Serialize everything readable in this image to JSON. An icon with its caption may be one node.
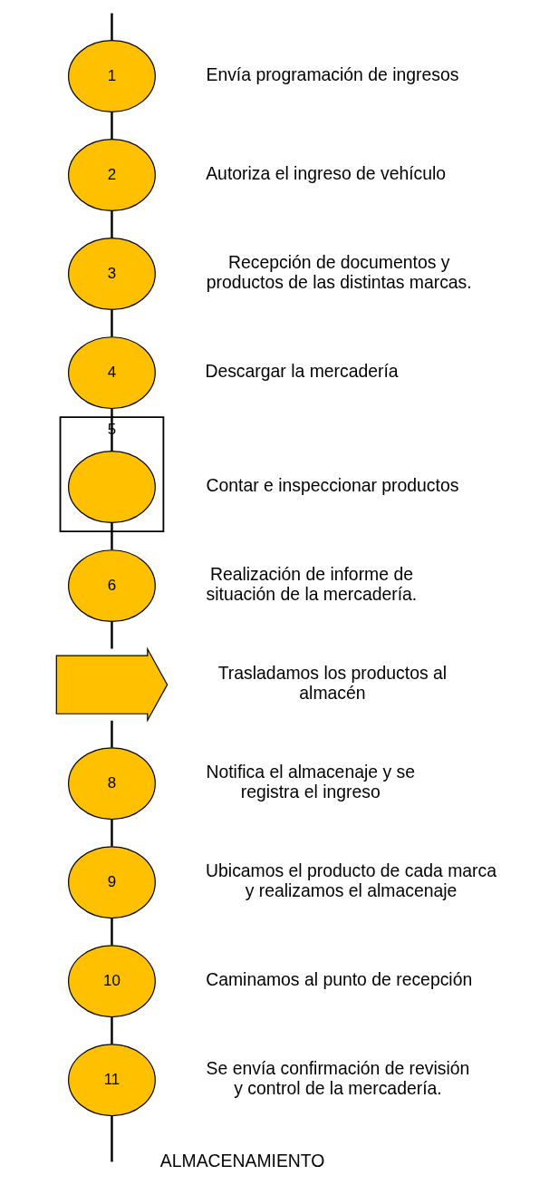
{
  "diagram": {
    "nodes": [
      {
        "text": [
          "1"
        ],
        "beside": [
          "Envía programación de ingresos"
        ]
      },
      {
        "text": [
          "2"
        ],
        "beside": [
          "Autoriza el ingreso de vehículo"
        ]
      },
      {
        "text": [
          "3"
        ],
        "beside": [
          "Recepción de documentos y productos de las distintas marcas."
        ]
      },
      {
        "text": [
          "4"
        ],
        "beside": [
          "Descargar la mercadería"
        ]
      },
      {
        "text": [
          "5"
        ],
        "beside": [
          "Contar e inspeccionar productos"
        ]
      },
      {
        "text": [],
        "shape": "circle",
        "in": 4
      },
      {
        "text": [
          "6"
        ],
        "beside": [
          "Realización de informe de situación de la mercadería."
        ]
      },
      {
        "text": [],
        "shape": "arrow",
        "beside": [
          "Trasladamos los productos al almacén"
        ]
      },
      {
        "text": [
          "8"
        ],
        "beside": [
          "Notifica el almacenaje y se registra el ingreso"
        ]
      },
      {
        "text": [
          "9"
        ],
        "beside": [
          "Ubicamos el producto de cada marca y realizamos el almacenaje"
        ]
      },
      {
        "text": [
          "10"
        ],
        "beside": [
          "Caminamos al punto de recepción"
        ]
      },
      {
        "text": [
          "11"
        ],
        "beside": [
          "Se envía confirmación de revisión y control de la mercadería."
        ]
      }
    ],
    "edges": [
      {
        "from": null,
        "to": 0,
        "arrow": "none"
      },
      {
        "from": 0,
        "to": 1,
        "arrow": "none"
      },
      {
        "from": 1,
        "to": 2,
        "arrow": "none"
      },
      {
        "from": 2,
        "to": 3,
        "arrow": "none"
      },
      {
        "from": 3,
        "to": 5,
        "arrow": "none"
      },
      {
        "from": 5,
        "to": 6,
        "arrow": "none"
      },
      {
        "from": 6,
        "to": 7,
        "arrow": "none"
      },
      {
        "from": 7,
        "to": 8,
        "arrow": "none"
      },
      {
        "from": 8,
        "to": 9,
        "arrow": "none"
      },
      {
        "from": 9,
        "to": 10,
        "arrow": "none"
      },
      {
        "from": 10,
        "to": 11,
        "arrow": "none"
      },
      {
        "from": 11,
        "to": null,
        "arrow": "none"
      }
    ],
    "labels": [
      "ALMACENAMIENTO"
    ]
  }
}
